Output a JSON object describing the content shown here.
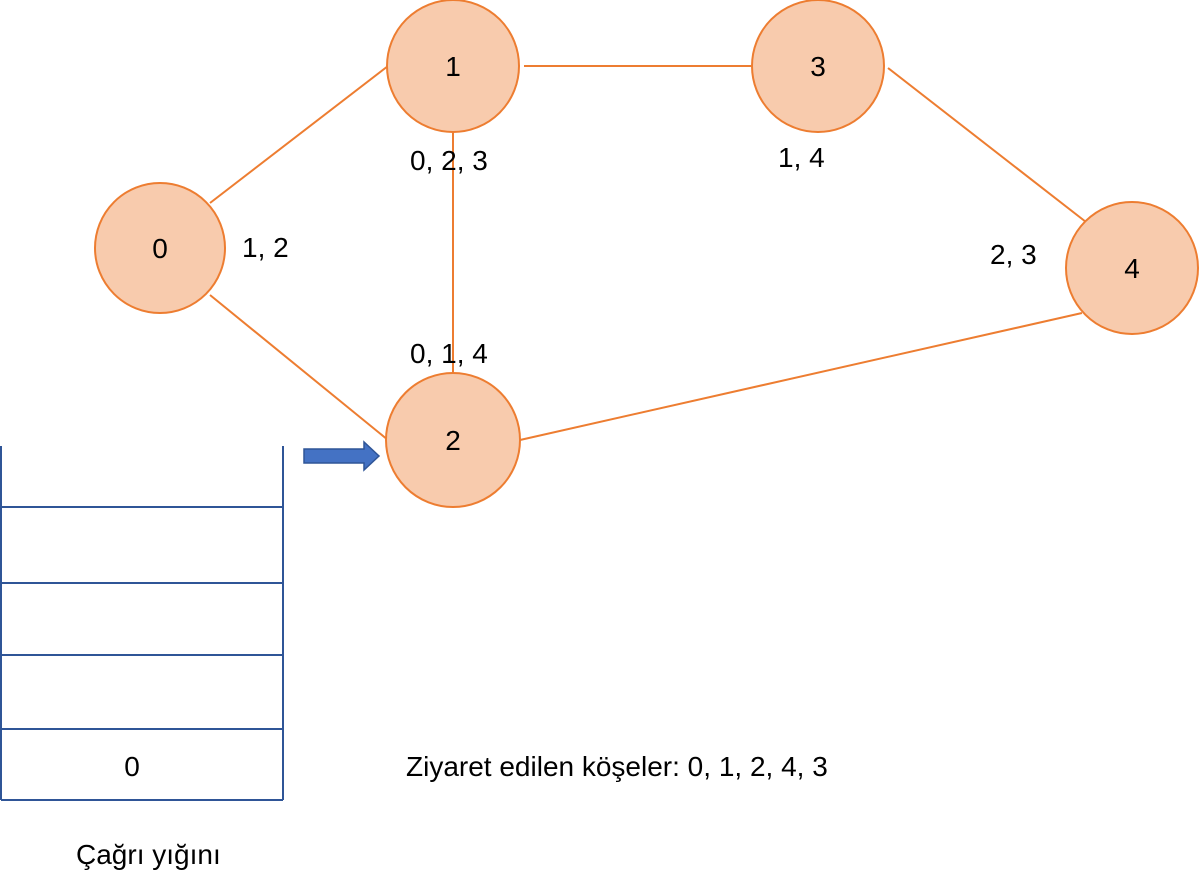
{
  "colors": {
    "node_fill": "#F8CBAD",
    "node_stroke": "#ED7D31",
    "edge": "#ED7D31",
    "stack_line": "#2F5597",
    "arrow_fill": "#4472C4",
    "arrow_stroke": "#2F5597"
  },
  "nodes": [
    {
      "id": "0",
      "label": "0",
      "adjacency": "1, 2"
    },
    {
      "id": "1",
      "label": "1",
      "adjacency": "0, 2, 3"
    },
    {
      "id": "2",
      "label": "2",
      "adjacency": "0, 1, 4"
    },
    {
      "id": "3",
      "label": "3",
      "adjacency": "1, 4"
    },
    {
      "id": "4",
      "label": "4",
      "adjacency": "2, 3"
    }
  ],
  "edges": [
    [
      "0",
      "1"
    ],
    [
      "0",
      "2"
    ],
    [
      "1",
      "2"
    ],
    [
      "1",
      "3"
    ],
    [
      "3",
      "4"
    ],
    [
      "2",
      "4"
    ]
  ],
  "current_node": "2",
  "call_stack": {
    "title": "Çağrı yığını",
    "entries": [
      "0"
    ]
  },
  "visited": {
    "text": "Ziyaret edilen köşeler: 0, 1, 2, 4, 3",
    "order": [
      "0",
      "1",
      "2",
      "4",
      "3"
    ]
  },
  "icons": {
    "pointer": "right-arrow-icon"
  }
}
